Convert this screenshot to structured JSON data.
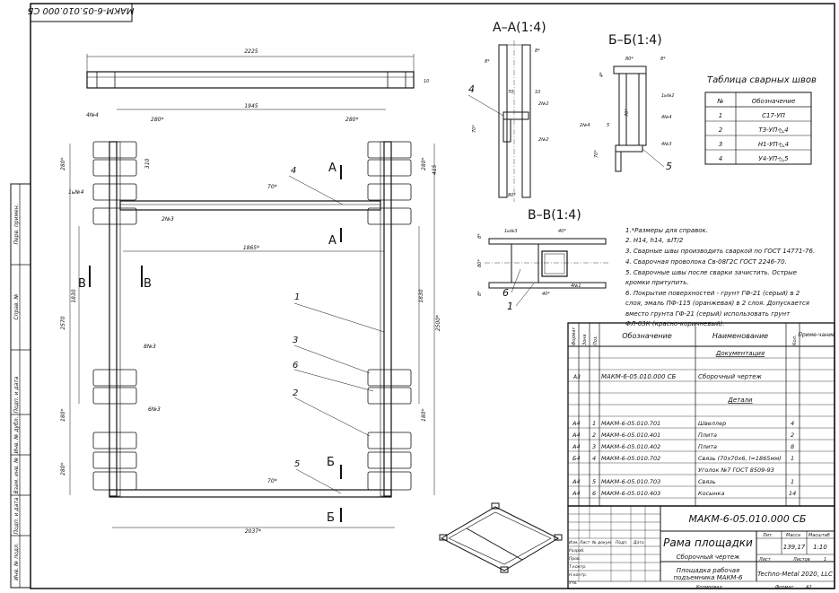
{
  "stamp_top": "МАКМ-6-05.010.000 СБ",
  "dims": {
    "d2225": "2225",
    "d1945": "1945",
    "d1865": "1865*",
    "d2037": "2037*",
    "d2570": "2570",
    "d2500": "2500*",
    "d1830a": "1830",
    "d1830b": "1830",
    "d280a": "280*",
    "d280b": "280*",
    "d280c": "280*",
    "d280d": "280*",
    "d280e": "280*",
    "d180a": "180*",
    "d180b": "180*",
    "d70a": "70*",
    "d70b": "70*",
    "d10": "10",
    "d415": "415",
    "d310": "310"
  },
  "weld_marks": {
    "w1": "4№4",
    "w2": "1ь№4",
    "w3": "2№3",
    "w4": "8№3",
    "w5": "6№3"
  },
  "section_labels": {
    "aa": "А–А(1:4)",
    "bb": "Б–Б(1:4)",
    "vv": "В–В(1:4)",
    "A": "А",
    "B": "Б",
    "V": "В"
  },
  "section_dims": {
    "s8a": "8*",
    "s8b": "8*",
    "s70a": "70",
    "s70b": "70*",
    "s10": "10",
    "s80": "80*",
    "s2n2a": "2№2",
    "s2n2b": "2№2",
    "s80b": "80*",
    "s8c": "8*",
    "s4": "4*",
    "s1n2": "1ь№2",
    "s4n4": "4№4",
    "s2n4": "2№4",
    "s5": "5",
    "s70c": "70*",
    "s4n3": "4№3",
    "s70d": "70*",
    "s1n3": "1ь№3",
    "s40a": "40*",
    "s80c": "80*",
    "s40b": "40*",
    "s4n1": "4№1",
    "s8d": "8*",
    "s8e": "8*"
  },
  "callouts": {
    "c1": "1",
    "c2": "2",
    "c3": "3",
    "c4": "4",
    "c5": "5",
    "c6": "6",
    "c4a": "4",
    "c5b": "5",
    "c6v": "6",
    "c1v": "1"
  },
  "weld_table": {
    "title": "Таблица сварных швов",
    "headers": [
      "№",
      "Обозначение"
    ],
    "rows": [
      [
        "1",
        "С17-УП"
      ],
      [
        "2",
        "Т3-УП-◺4"
      ],
      [
        "3",
        "Н1-УП-◺4"
      ],
      [
        "4",
        "У4-УП-◺5"
      ]
    ]
  },
  "notes": [
    "1.*Размеры для справок.",
    "2. Н14, h14, ±IT/2",
    "3. Сварные швы производить сваркой по ГОСТ 14771-76.",
    "4. Сварочная проволока Св-08Г2С ГОСТ 2246-70.",
    "5. Сварочные швы после сварки зачистить. Острые",
    "кромки притупить.",
    "6. Покрытие поверхностей - грунт ГФ-21 (серый) в 2",
    "слоя, эмаль ПФ-115 (оранжевая) в 2 слоя. Допускается",
    "вместо грунта ГФ-21 (серый) использовать грунт",
    "ФЛ-03К (красно-коричневый)."
  ],
  "spec": {
    "headers": {
      "format": "Формат",
      "zone": "Зона",
      "pos": "Поз.",
      "designation": "Обозначение",
      "name": "Наименование",
      "qty": "Кол.",
      "note": "Приме-чание"
    },
    "section_doc": "Документация",
    "section_parts": "Детали",
    "rows": [
      {
        "format": "",
        "pos": "",
        "des": "",
        "name": "",
        "qty": ""
      },
      {
        "format": "",
        "pos": "",
        "des": "",
        "name": "",
        "qty": ""
      },
      {
        "format": "",
        "pos": "",
        "des": "",
        "name": "",
        "qty": ""
      },
      {
        "format": "",
        "pos": "",
        "des": "",
        "name": "",
        "qty": ""
      },
      {
        "format": "",
        "pos": "",
        "des": "",
        "name": "",
        "qty": ""
      },
      {
        "format": "",
        "pos": "",
        "des": "",
        "name": "",
        "qty": ""
      },
      {
        "format": "",
        "pos": "",
        "des": "",
        "name": "",
        "qty": ""
      },
      {
        "format": "",
        "pos": "",
        "des": "",
        "name": "",
        "qty": ""
      },
      {
        "format": "",
        "pos": "",
        "des": "",
        "name": "",
        "qty": ""
      },
      {
        "format": "",
        "pos": "",
        "des": "",
        "name": "",
        "qty": ""
      },
      {
        "format": "",
        "pos": "",
        "des": "",
        "name": "",
        "qty": ""
      }
    ],
    "doc_row": {
      "format": "А3",
      "pos": "",
      "des": "МАКМ-6-05.010.000 СБ",
      "name": "Сборочный чертеж",
      "qty": ""
    },
    "part_rows": [
      {
        "format": "А4",
        "pos": "1",
        "des": "МАКМ-6-05.010.701",
        "name": "Швеллер",
        "qty": "4"
      },
      {
        "format": "А4",
        "pos": "2",
        "des": "МАКМ-6-05.010.401",
        "name": "Плита",
        "qty": "2"
      },
      {
        "format": "А4",
        "pos": "3",
        "des": "МАКМ-6-05.010.402",
        "name": "Плита",
        "qty": "8"
      },
      {
        "format": "Б4",
        "pos": "4",
        "des": "МАКМ-6-05.010.702",
        "name": "Связь (70х70х6, l=1865мм)",
        "qty": "1"
      },
      {
        "format": "",
        "pos": "",
        "des": "",
        "name": "Уголок №7 ГОСТ 8509-93",
        "qty": ""
      },
      {
        "format": "А4",
        "pos": "5",
        "des": "МАКМ-6-05.010.703",
        "name": "Связь",
        "qty": "1"
      },
      {
        "format": "А4",
        "pos": "6",
        "des": "МАКМ-6-05.010.403",
        "name": "Косынка",
        "qty": "14"
      }
    ]
  },
  "title_block": {
    "designation": "МАКМ-6-05.010.000 СБ",
    "name": "Рама площадки",
    "subname": "Сборочный чертеж",
    "product": "Площадка рабочая",
    "product2": "подъемника МАКМ-6",
    "lit_h": "Лит.",
    "mass_h": "Масса",
    "scale_h": "Масштаб",
    "mass": "139,17",
    "scale": "1:10",
    "sheet_h": "Лист",
    "sheets_h": "Листов",
    "sheets": "1",
    "company": "Techno-Metal 2020, LLC",
    "rows": [
      "Изм.",
      "Лист",
      "№ докум.",
      "Подп.",
      "Дата"
    ],
    "roles": [
      "Разраб.",
      "Пров.",
      "Т.контр.",
      "",
      "Н.контр.",
      "Утв."
    ],
    "copy": "Копировал",
    "format": "Формат",
    "format_v": "А2"
  },
  "side_stamps": [
    "Перв. примен.",
    "Справ. №",
    "Подп. и дата",
    "Инв. № дубл.",
    "Взам. инв. №",
    "Подп. и дата",
    "Инв. № подл."
  ]
}
